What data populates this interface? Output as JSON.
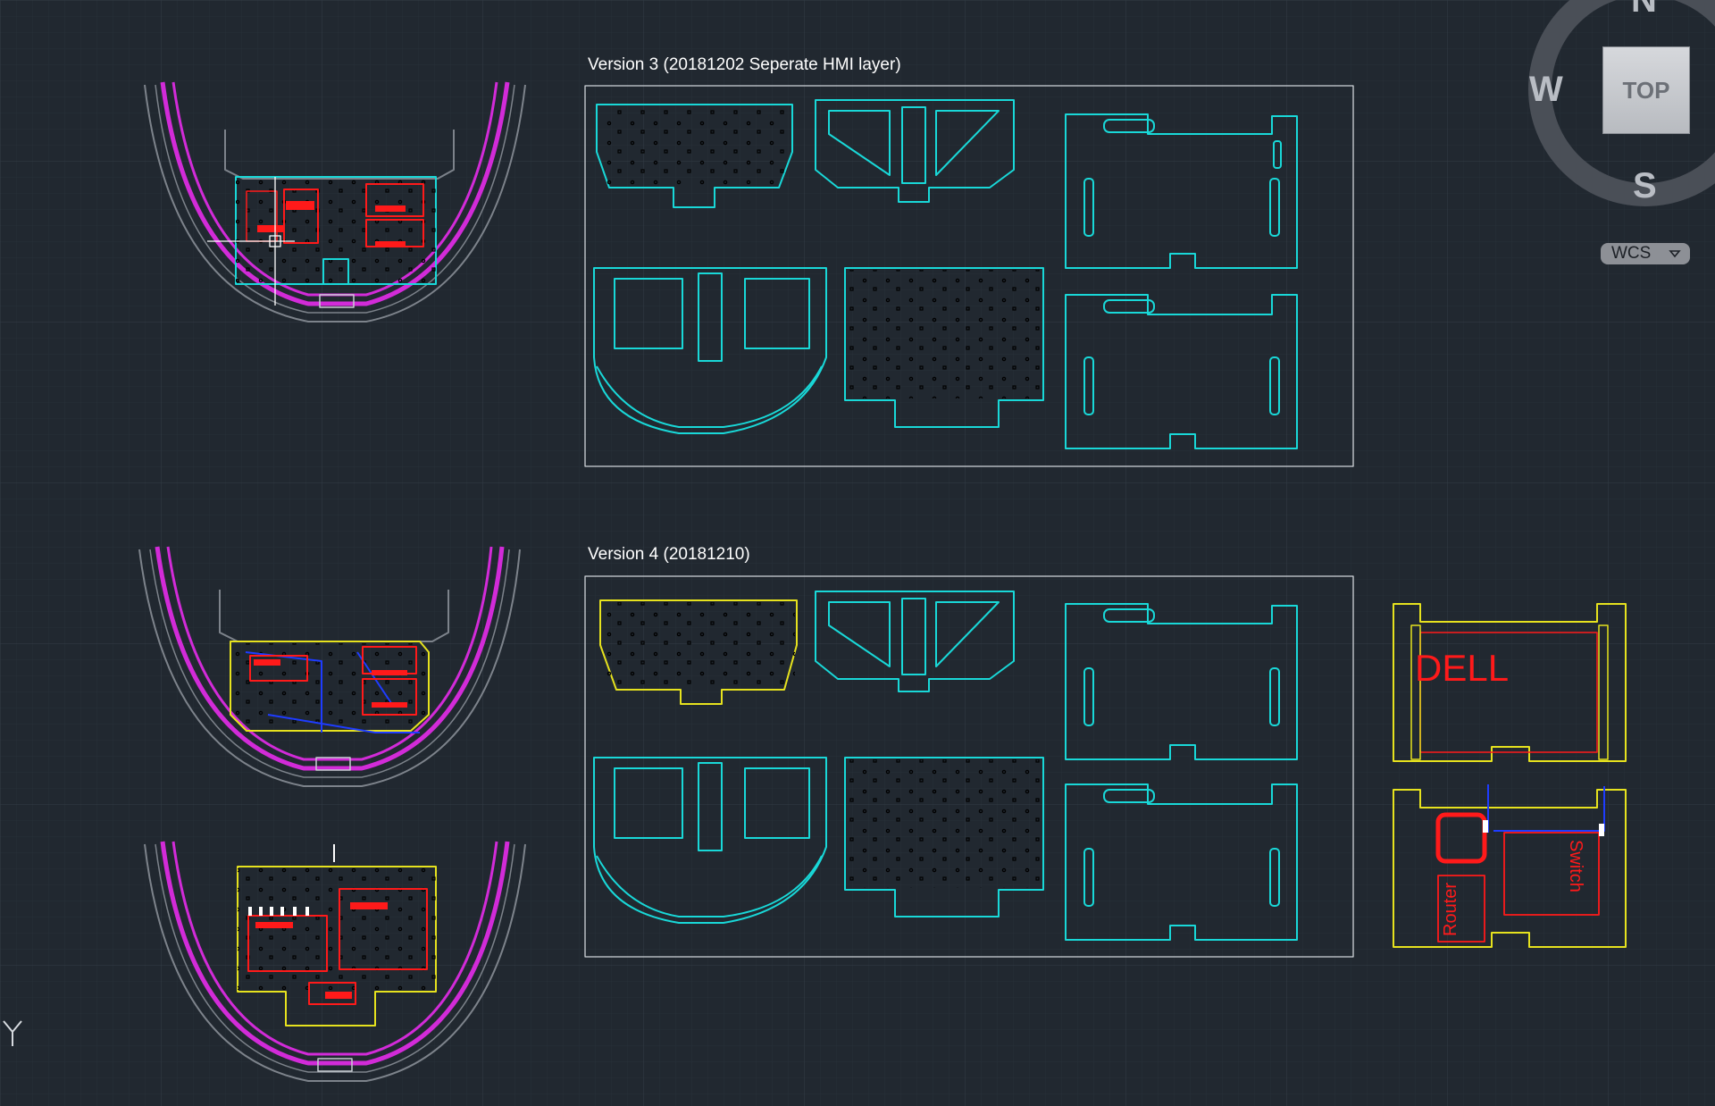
{
  "labels": {
    "version3": "Version 3 (20181202 Seperate HMI layer)",
    "version4": "Version 4 (20181210)",
    "dell": "DELL",
    "router": "Router",
    "switch": "Switch"
  },
  "viewcube": {
    "north": "N",
    "west": "W",
    "south": "S",
    "face": "TOP",
    "coord_system": "WCS"
  },
  "ucs": {
    "axis": "Y"
  },
  "colors": {
    "background": "#212830",
    "cyan": "#19d8d8",
    "yellow": "#e6e21e",
    "magenta": "#d22bd8",
    "red": "#ff1a1a",
    "blue": "#1e3cff",
    "gray": "#7d838b",
    "white": "#ffffff"
  }
}
